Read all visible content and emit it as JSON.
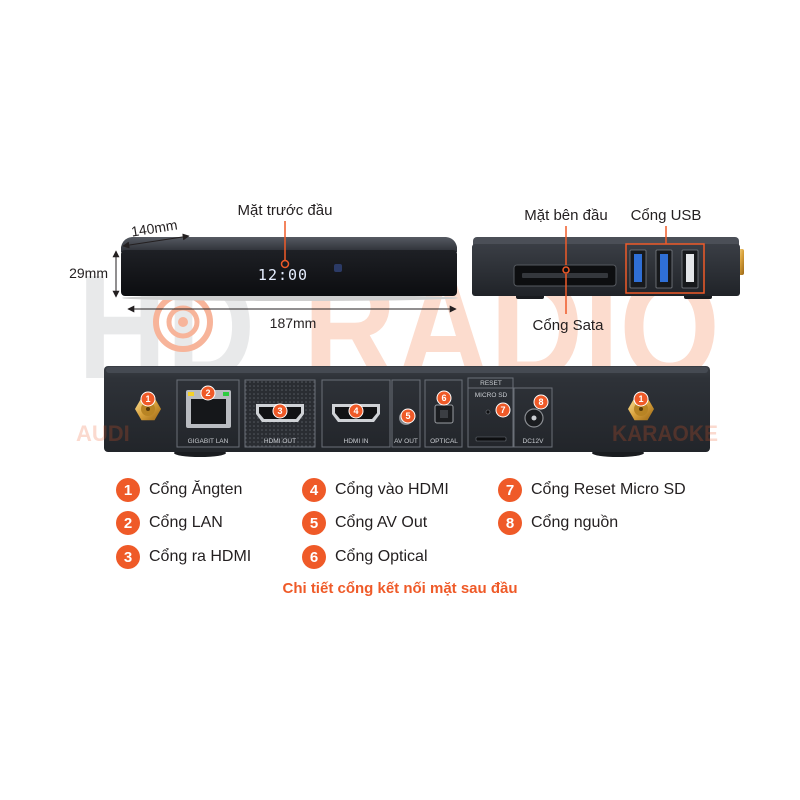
{
  "watermark": {
    "brand_a": "HD",
    "brand_b": "RADIO",
    "tag_left": "AUDI",
    "tag_right": "KARAOKE"
  },
  "front": {
    "label": "Mặt trước đầu",
    "display": "12:00",
    "depth": "140mm",
    "height": "29mm",
    "width": "187mm"
  },
  "side": {
    "label": "Mặt bên đầu",
    "usb_label": "Cổng USB",
    "sata_label": "Cổng Sata"
  },
  "back": {
    "markers": [
      "1",
      "2",
      "3",
      "4",
      "5",
      "6",
      "7",
      "8",
      "1"
    ],
    "port_labels": {
      "lan": "GIGABIT LAN",
      "hdmi_out": "HDMI OUT",
      "hdmi_in": "HDMI IN",
      "av_out": "AV OUT",
      "optical": "OPTICAL",
      "reset": "RESET",
      "micro_sd": "MICRO SD",
      "dc": "DC12V"
    }
  },
  "legend": [
    {
      "num": "1",
      "text": "Cổng Ăngten"
    },
    {
      "num": "2",
      "text": "Cổng LAN"
    },
    {
      "num": "3",
      "text": "Cổng ra HDMI"
    },
    {
      "num": "4",
      "text": "Cổng vào HDMI"
    },
    {
      "num": "5",
      "text": "Cổng AV Out"
    },
    {
      "num": "6",
      "text": "Cổng Optical"
    },
    {
      "num": "7",
      "text": "Cổng Reset Micro SD"
    },
    {
      "num": "8",
      "text": "Cổng nguồn"
    }
  ],
  "caption": "Chi tiết cổng kết nối mặt sau đầu",
  "colors": {
    "accent": "#ef5a28",
    "device": "#24272c",
    "watermark_gray": "#e6e7e8",
    "watermark_orange": "#fcdcce"
  }
}
